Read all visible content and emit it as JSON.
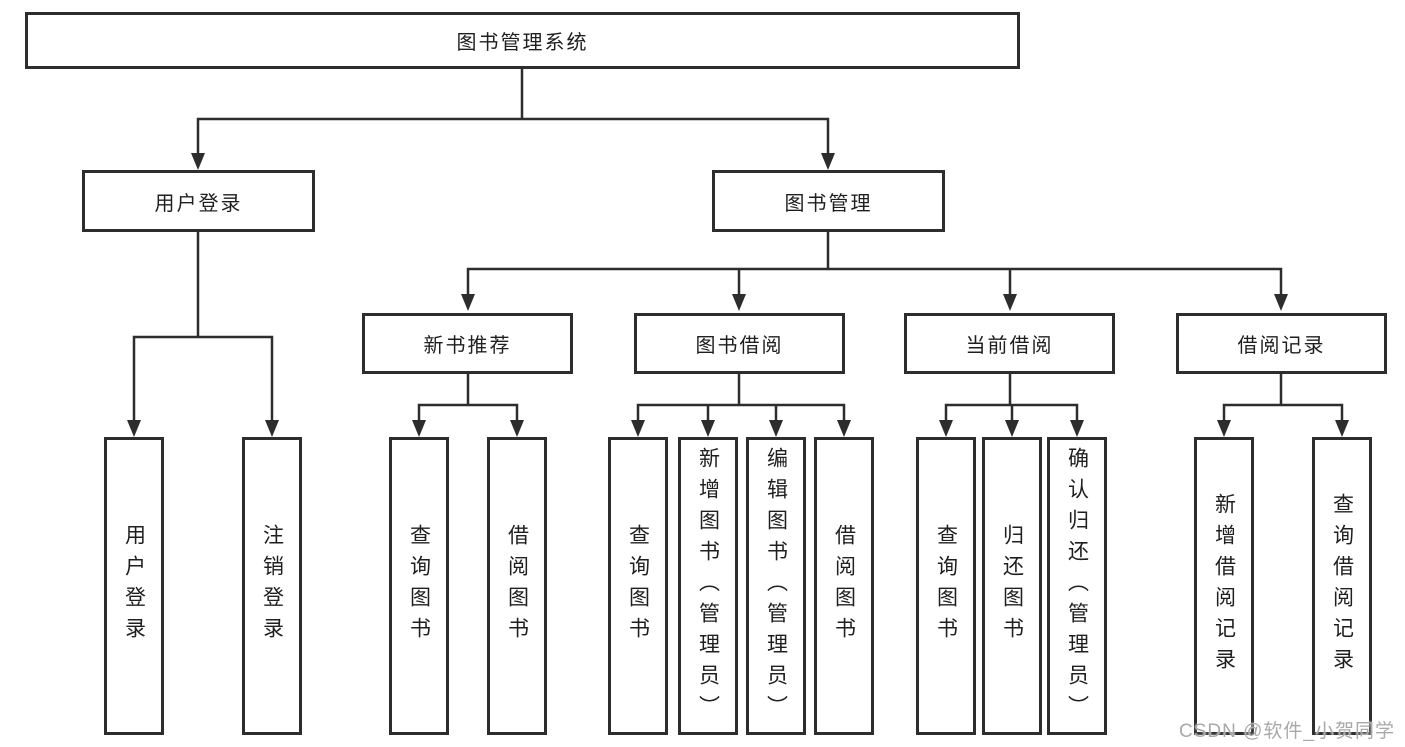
{
  "diagram": {
    "root_label": "图书管理系统",
    "level2": [
      {
        "label": "用户登录"
      },
      {
        "label": "图书管理"
      }
    ],
    "level3": [
      {
        "label": "新书推荐"
      },
      {
        "label": "图书借阅"
      },
      {
        "label": "当前借阅"
      },
      {
        "label": "借阅记录"
      }
    ],
    "leaves": {
      "user_login": [
        "用户登录",
        "注销登录"
      ],
      "new_book_recommend": [
        "查询图书",
        "借阅图书"
      ],
      "book_borrowing": [
        "查询图书",
        "新增图书（管理员）",
        "编辑图书（管理员）",
        "借阅图书"
      ],
      "current_borrowing": [
        "查询图书",
        "归还图书",
        "确认归还（管理员）"
      ],
      "borrowing_records": [
        "新增借阅记录",
        "查询借阅记录"
      ]
    }
  },
  "watermark": {
    "text": "CSDN @软件_小贺同学"
  },
  "colors": {
    "line": "#2d2d2d",
    "text": "#1f1f1f",
    "watermark": "#a9a9a9",
    "background": "#ffffff"
  }
}
